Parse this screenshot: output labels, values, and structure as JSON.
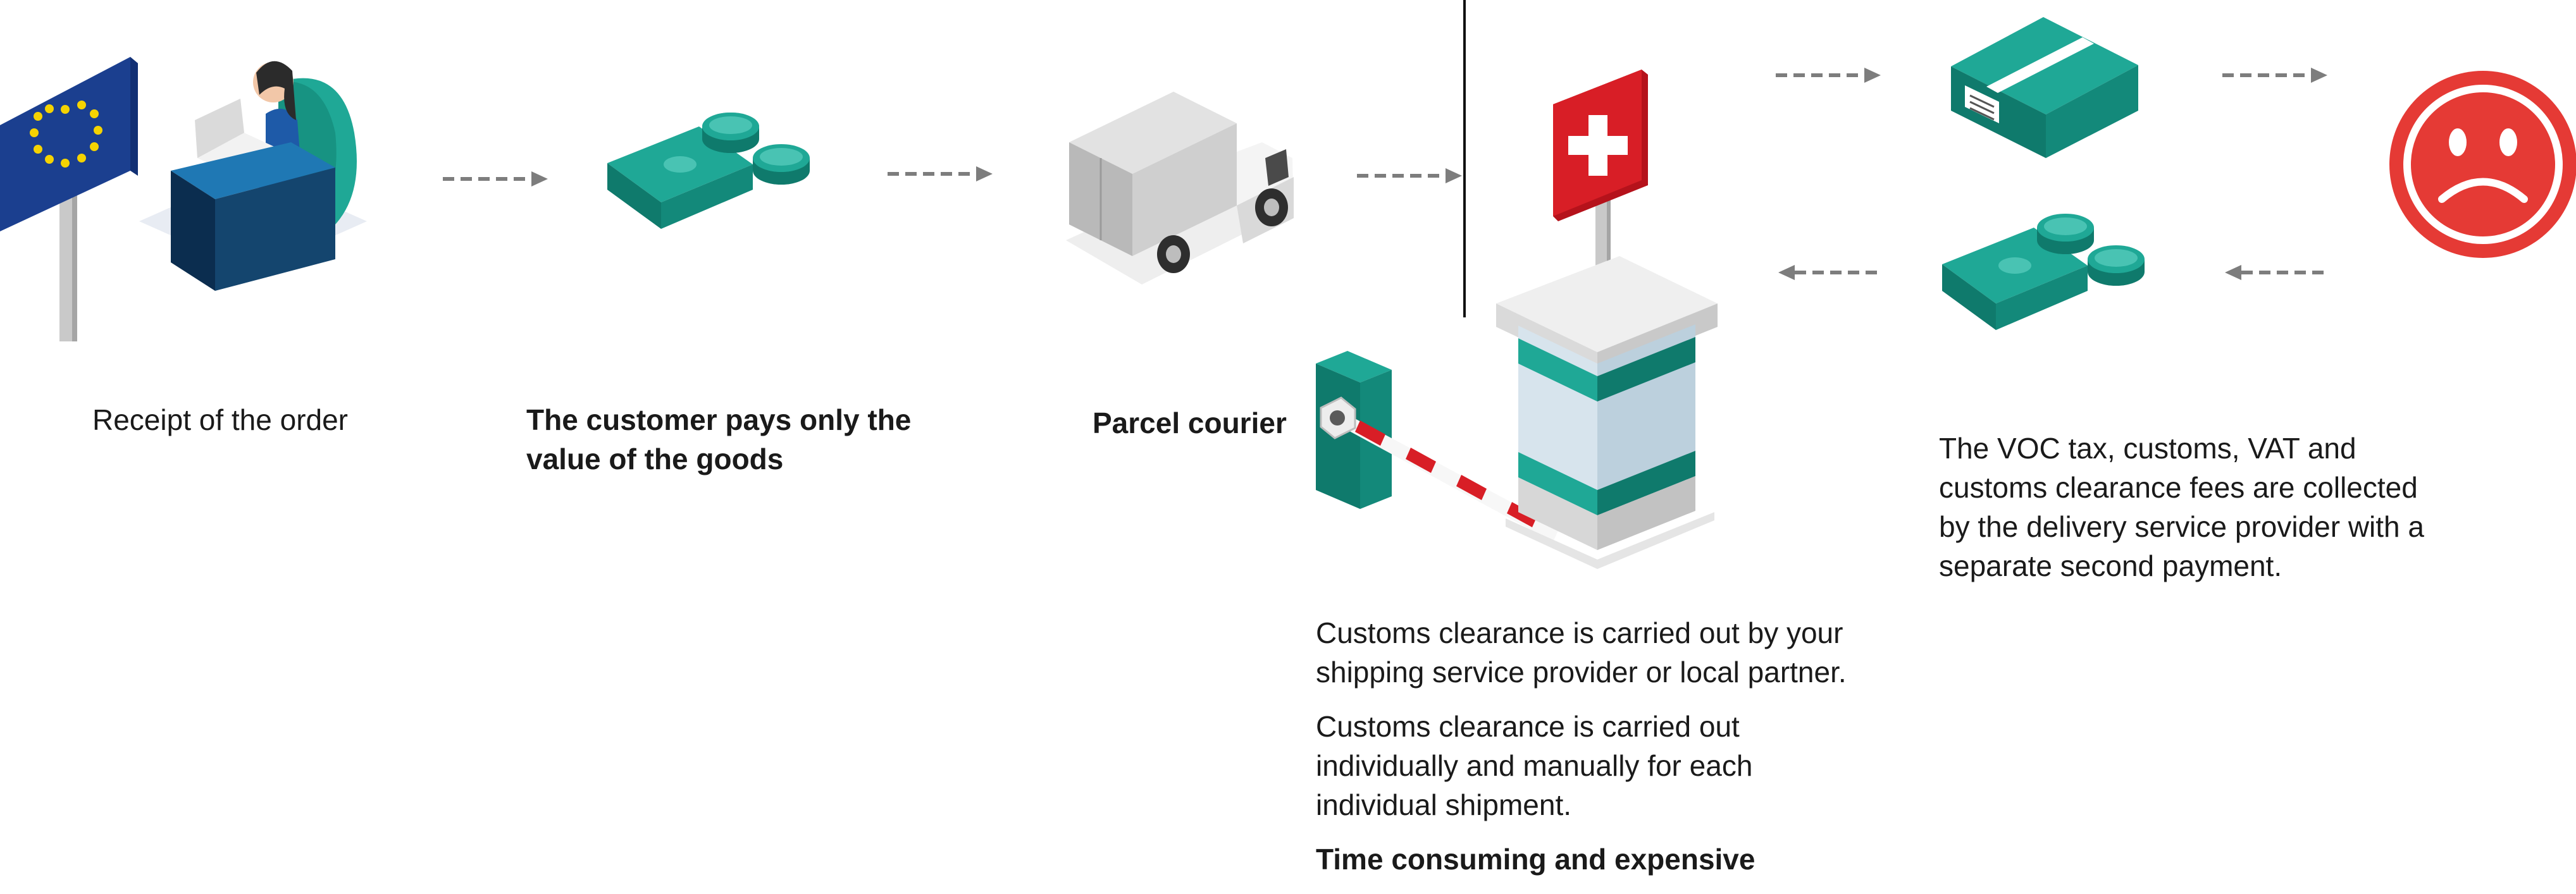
{
  "colors": {
    "teal": "#1fa896",
    "teal_dark": "#0f7a6c",
    "teal_light": "#49c3b3",
    "navy": "#1b3f8f",
    "eu_star": "#f5d300",
    "swiss_red": "#d81e26",
    "sad_red": "#e53a35",
    "arrow": "#7d7d7d"
  },
  "icons": [
    "eu-flag-icon",
    "order-desk-person-icon",
    "money-icon",
    "truck-icon",
    "swiss-flag-icon",
    "customs-booth-icon",
    "barrier-icon",
    "parcel-icon",
    "sad-face-icon"
  ],
  "steps": {
    "order": {
      "label": "Receipt of the order"
    },
    "pay": {
      "label": "The customer pays only the value of the goods"
    },
    "courier": {
      "label": "Parcel courier"
    },
    "customs": {
      "paragraphs": [
        "Customs clearance is carried out by your shipping service provider or local partner.",
        "Customs clearance is carried out individually and manually for each individual shipment."
      ],
      "conclusion": "Time consuming and expensive"
    },
    "fees": {
      "label": "The VOC tax, customs, VAT and customs clearance fees are collected by the delivery service provider with a separate second payment."
    }
  }
}
